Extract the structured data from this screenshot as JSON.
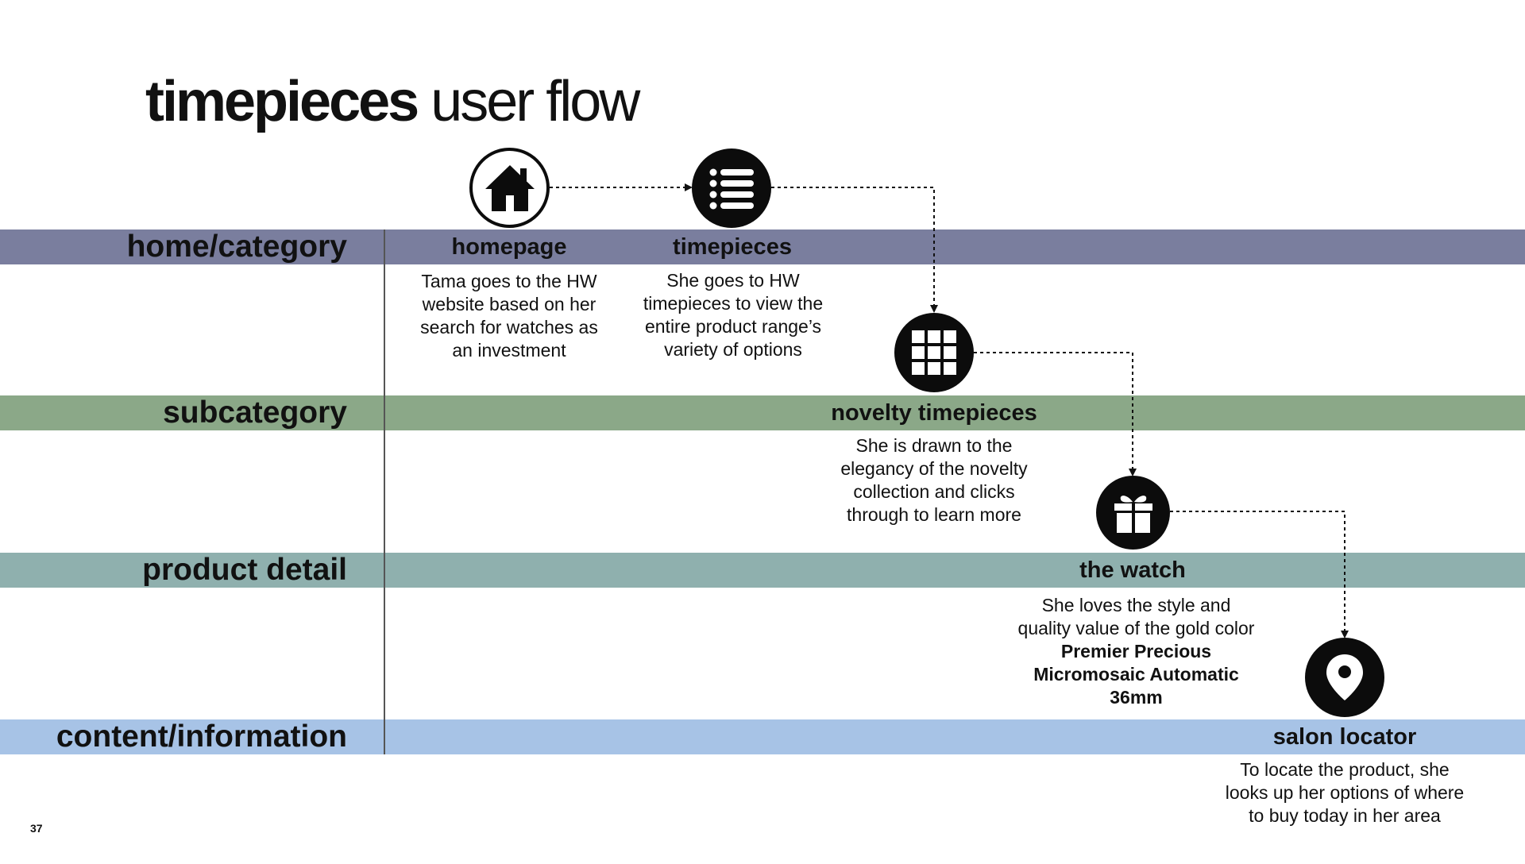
{
  "title": {
    "bold": "timepieces",
    "light": "user flow"
  },
  "rows": [
    {
      "label": "home/category",
      "color": "#7a7e9e"
    },
    {
      "label": "subcategory",
      "color": "#8ba888"
    },
    {
      "label": "product detail",
      "color": "#8fb0ae"
    },
    {
      "label": "content/information",
      "color": "#a7c3e6"
    }
  ],
  "steps": [
    {
      "title": "homepage",
      "icon": "home-icon",
      "text": "Tama goes to the HW website based on her search for watches as an investment"
    },
    {
      "title": "timepieces",
      "icon": "list-icon",
      "text": "She goes to HW timepieces to view the entire product range’s variety of options"
    },
    {
      "title": "novelty timepieces",
      "icon": "grid-icon",
      "text": "She is drawn to the elegancy of the novelty collection and clicks through to learn more"
    },
    {
      "title": "the watch",
      "icon": "gift-icon",
      "text": "She loves the style and quality value of the gold color",
      "text_bold": "Premier Precious Micromosaic Automatic 36mm"
    },
    {
      "title": "salon locator",
      "icon": "map-pin-icon",
      "text": "To locate the product, she looks up her options of where to buy today in her area"
    }
  ],
  "page_number": "37"
}
